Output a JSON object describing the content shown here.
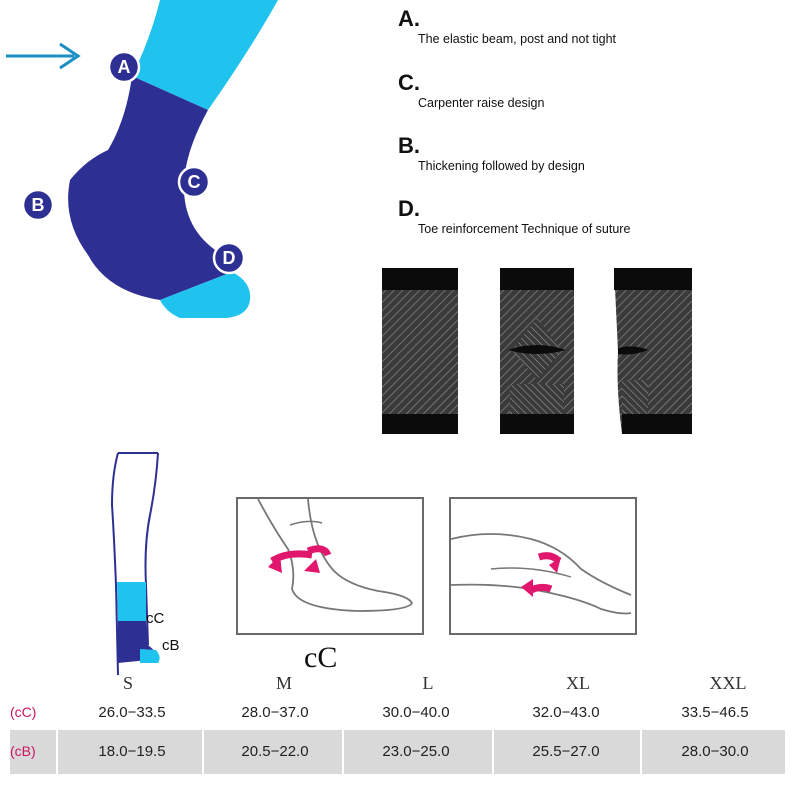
{
  "illustration": {
    "markers": [
      "A",
      "B",
      "C",
      "D"
    ],
    "colors": {
      "light_blue": "#1fc3ee",
      "dark_blue": "#2e2f93",
      "marker": "#2e2f93",
      "arrow": "#1a8fc3"
    }
  },
  "features": [
    {
      "letter": "A.",
      "text": "The elastic beam, post and not tight"
    },
    {
      "letter": "C.",
      "text": "Carpenter raise design"
    },
    {
      "letter": "B.",
      "text": "Thickening followed by design"
    },
    {
      "letter": "D.",
      "text": "Toe reinforcement Technique of suture"
    }
  ],
  "size_guide": {
    "leg_labels": {
      "cc": "cC",
      "cb": "cB"
    },
    "heading": "cC",
    "sizes": [
      "S",
      "M",
      "L",
      "XL",
      "XXL"
    ],
    "rows": [
      {
        "label": "(cC)",
        "values": [
          "26.0−33.5",
          "28.0−37.0",
          "30.0−40.0",
          "32.0−43.0",
          "33.5−46.5"
        ]
      },
      {
        "label": "(cB)",
        "values": [
          "18.0−19.5",
          "20.5−22.0",
          "23.0−25.0",
          "25.5−27.0",
          "28.0−30.0"
        ]
      }
    ],
    "accent_color": "#c9155f",
    "arrow_color": "#e0176d"
  }
}
